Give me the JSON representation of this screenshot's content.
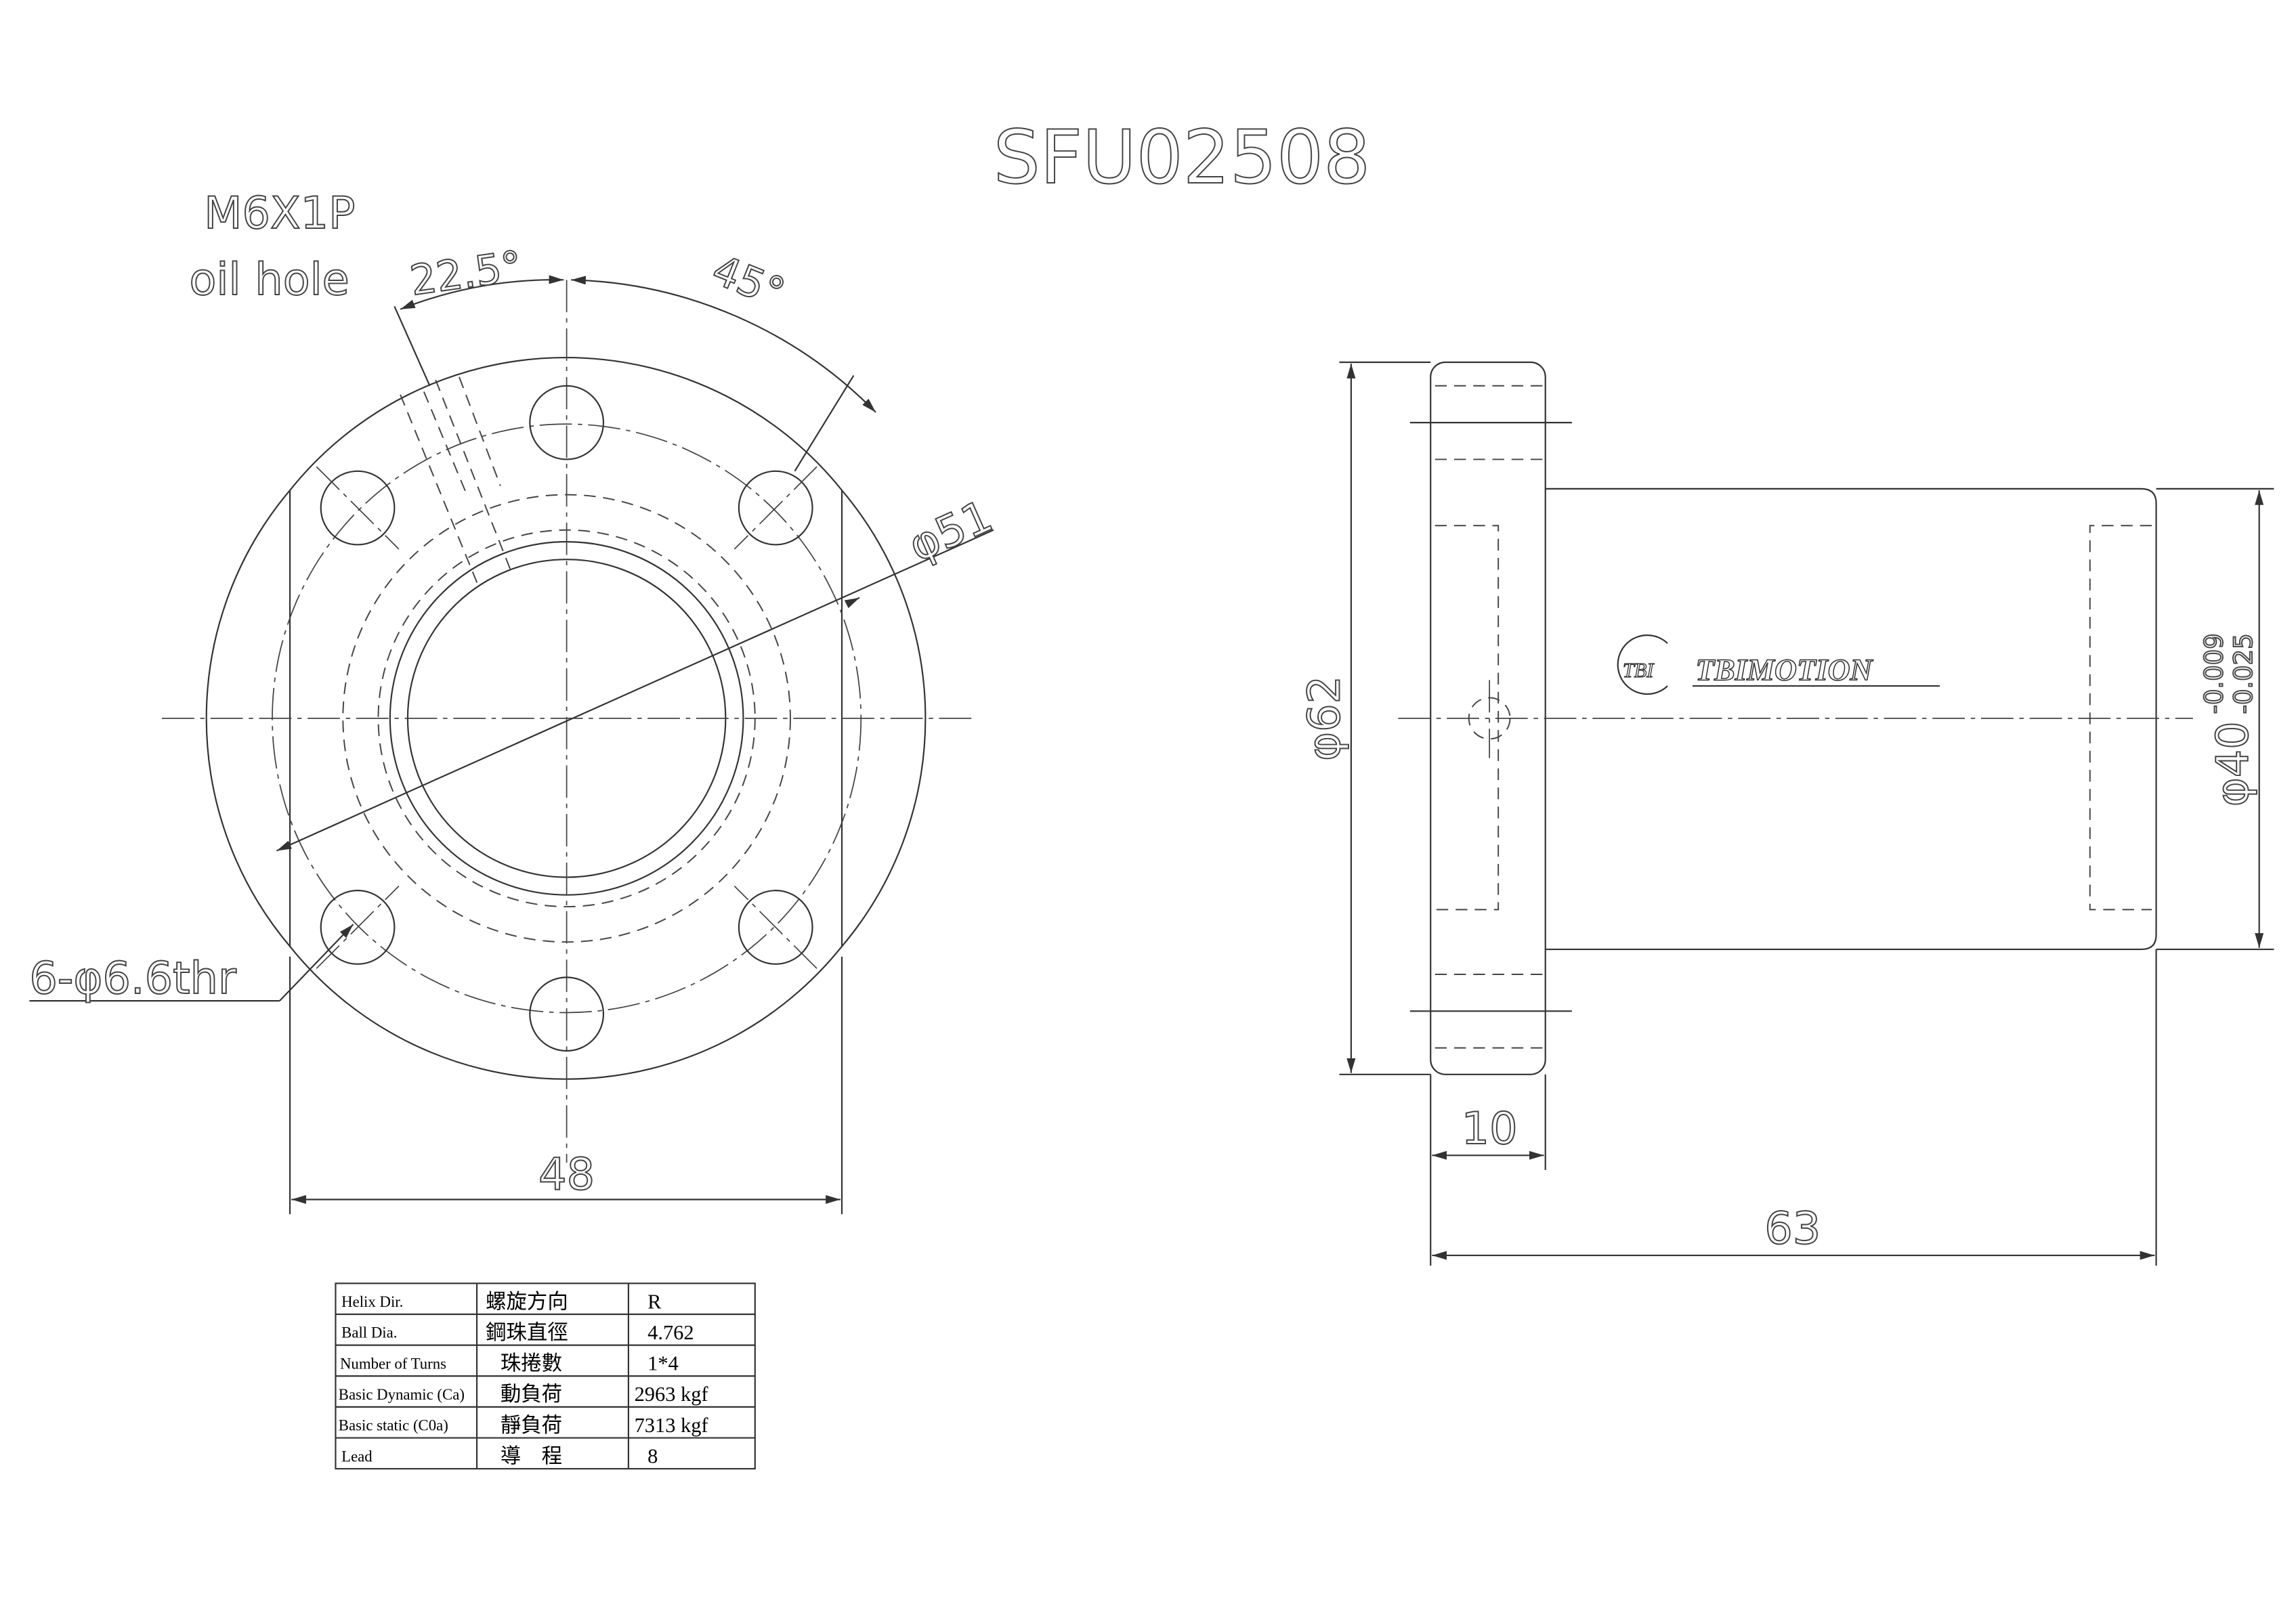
{
  "title": "SFU02508",
  "front_view": {
    "oil_hole_thread": "M6X1P",
    "oil_hole_label": "oil hole",
    "angle_oil": "22.5°",
    "angle_holes": "45°",
    "bolt_circle": "φ51",
    "mount_holes": "6-φ6.6thr",
    "flat_width": "48"
  },
  "side_view": {
    "flange_dia": "φ62",
    "flange_thick": "10",
    "length": "63",
    "body_dia": "φ40",
    "tol_upper": "-0.009",
    "tol_lower": "-0.025"
  },
  "logo": {
    "mark": "TBI",
    "brand": "TBIMOTION"
  },
  "spec_table": [
    {
      "en": "Helix  Dir.",
      "zh": "螺旋方向",
      "val": "R"
    },
    {
      "en": "Ball Dia.",
      "zh": "鋼珠直徑",
      "val": "4.762"
    },
    {
      "en": "Number of Turns",
      "zh": "珠捲數",
      "val": "1*4"
    },
    {
      "en": "Basic Dynamic (Ca)",
      "zh": "動負荷",
      "val": "2963 kgf"
    },
    {
      "en": "Basic static (C0a)",
      "zh": "靜負荷",
      "val": "7313 kgf"
    },
    {
      "en": "Lead",
      "zh": "導　程",
      "val": "8"
    }
  ]
}
